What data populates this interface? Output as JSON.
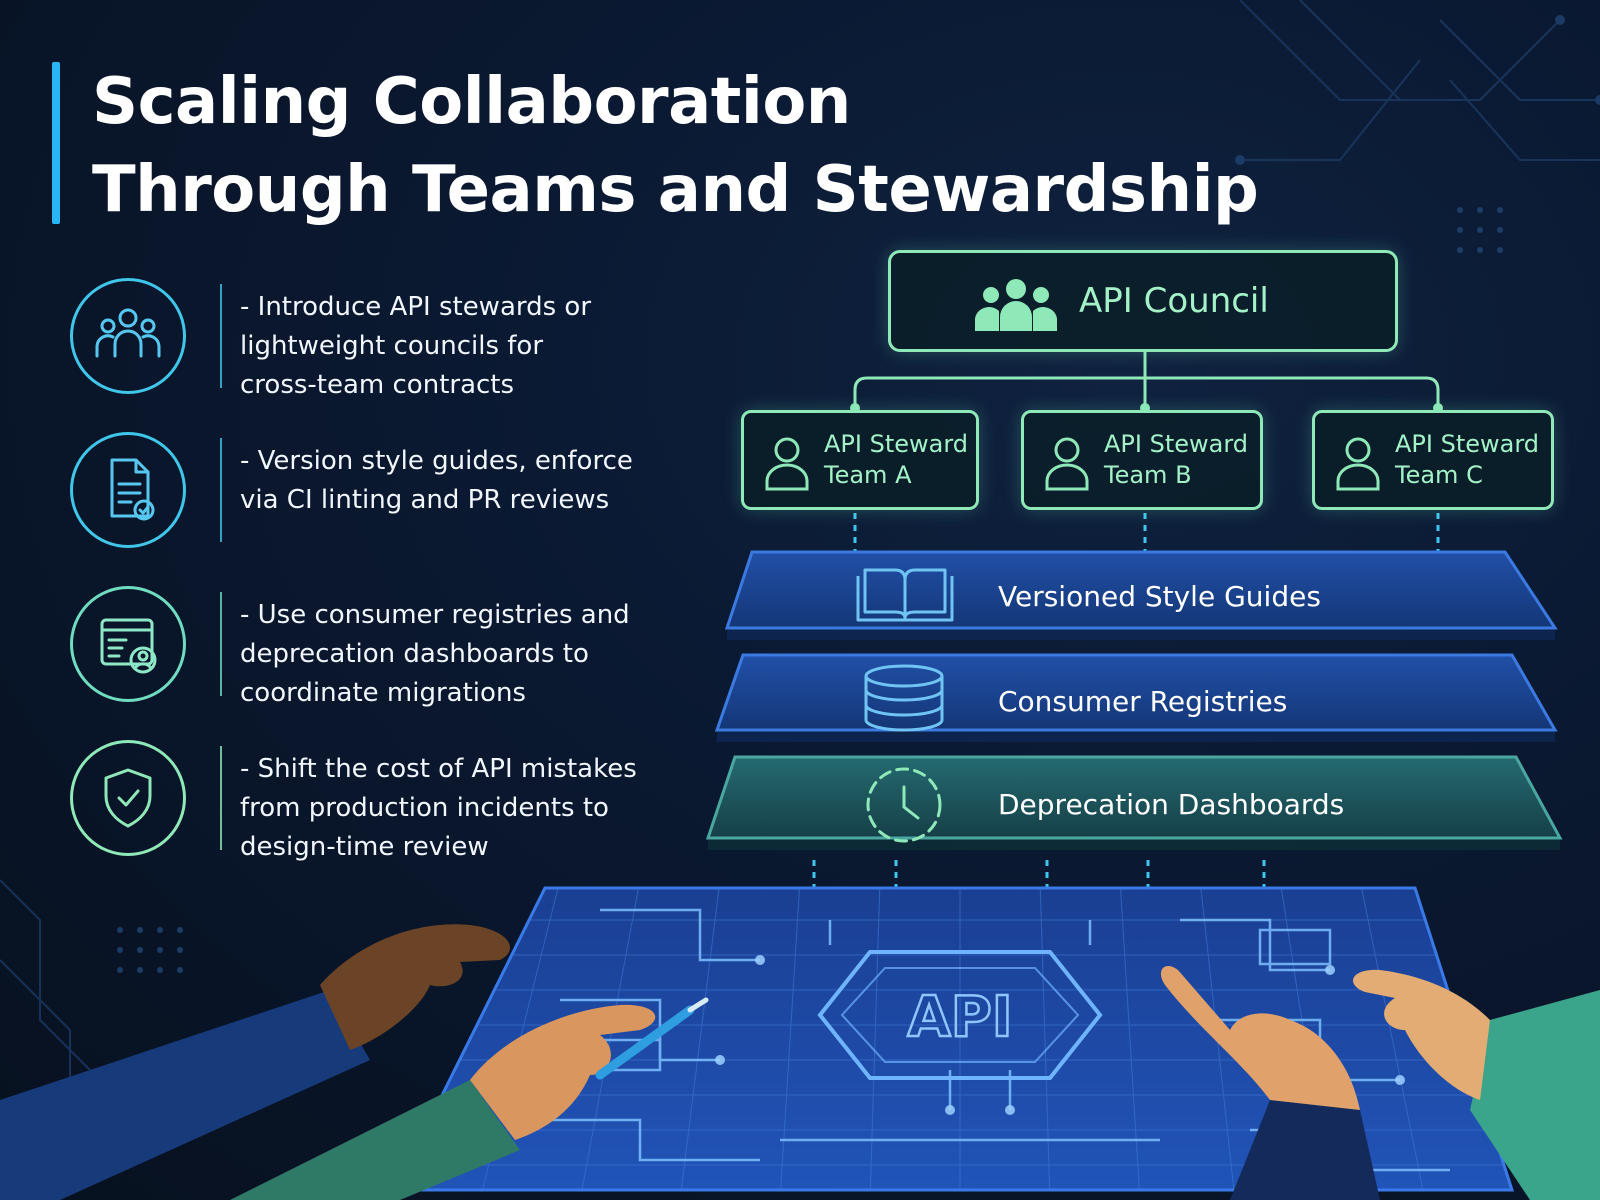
{
  "title": {
    "line1": "Scaling Collaboration",
    "line2": "Through Teams and Stewardship"
  },
  "bullets": [
    {
      "icon": "people-group-icon",
      "text": "- Introduce API stewards or\nlightweight councils for\ncross-team contracts"
    },
    {
      "icon": "document-check-icon",
      "text": "- Version style guides, enforce\nvia CI linting and PR reviews"
    },
    {
      "icon": "registry-user-icon",
      "text": "- Use consumer registries and\ndeprecation dashboards to\ncoordinate migrations"
    },
    {
      "icon": "shield-check-icon",
      "text": "- Shift the cost of API mistakes\nfrom production incidents to\ndesign-time review"
    }
  ],
  "council": {
    "label": "API Council",
    "icon": "people-group-icon"
  },
  "teams": [
    {
      "label": "API Steward\nTeam A",
      "icon": "person-icon"
    },
    {
      "label": "API Steward\nTeam B",
      "icon": "person-icon"
    },
    {
      "label": "API Steward\nTeam C",
      "icon": "person-icon"
    }
  ],
  "layers": [
    {
      "label": "Versioned Style Guides",
      "icon": "open-book-icon"
    },
    {
      "label": "Consumer Registries",
      "icon": "database-icon"
    },
    {
      "label": "Deprecation Dashboards",
      "icon": "clock-icon"
    }
  ],
  "blueprint": {
    "label": "API"
  },
  "colors": {
    "background": "#0a1830",
    "accent_blue": "#29b6f6",
    "accent_green": "#8ee8b8",
    "layer_blue": "#1a3f8f",
    "layer_teal": "#1e5a63",
    "blueprint": "#1c4aa8"
  }
}
